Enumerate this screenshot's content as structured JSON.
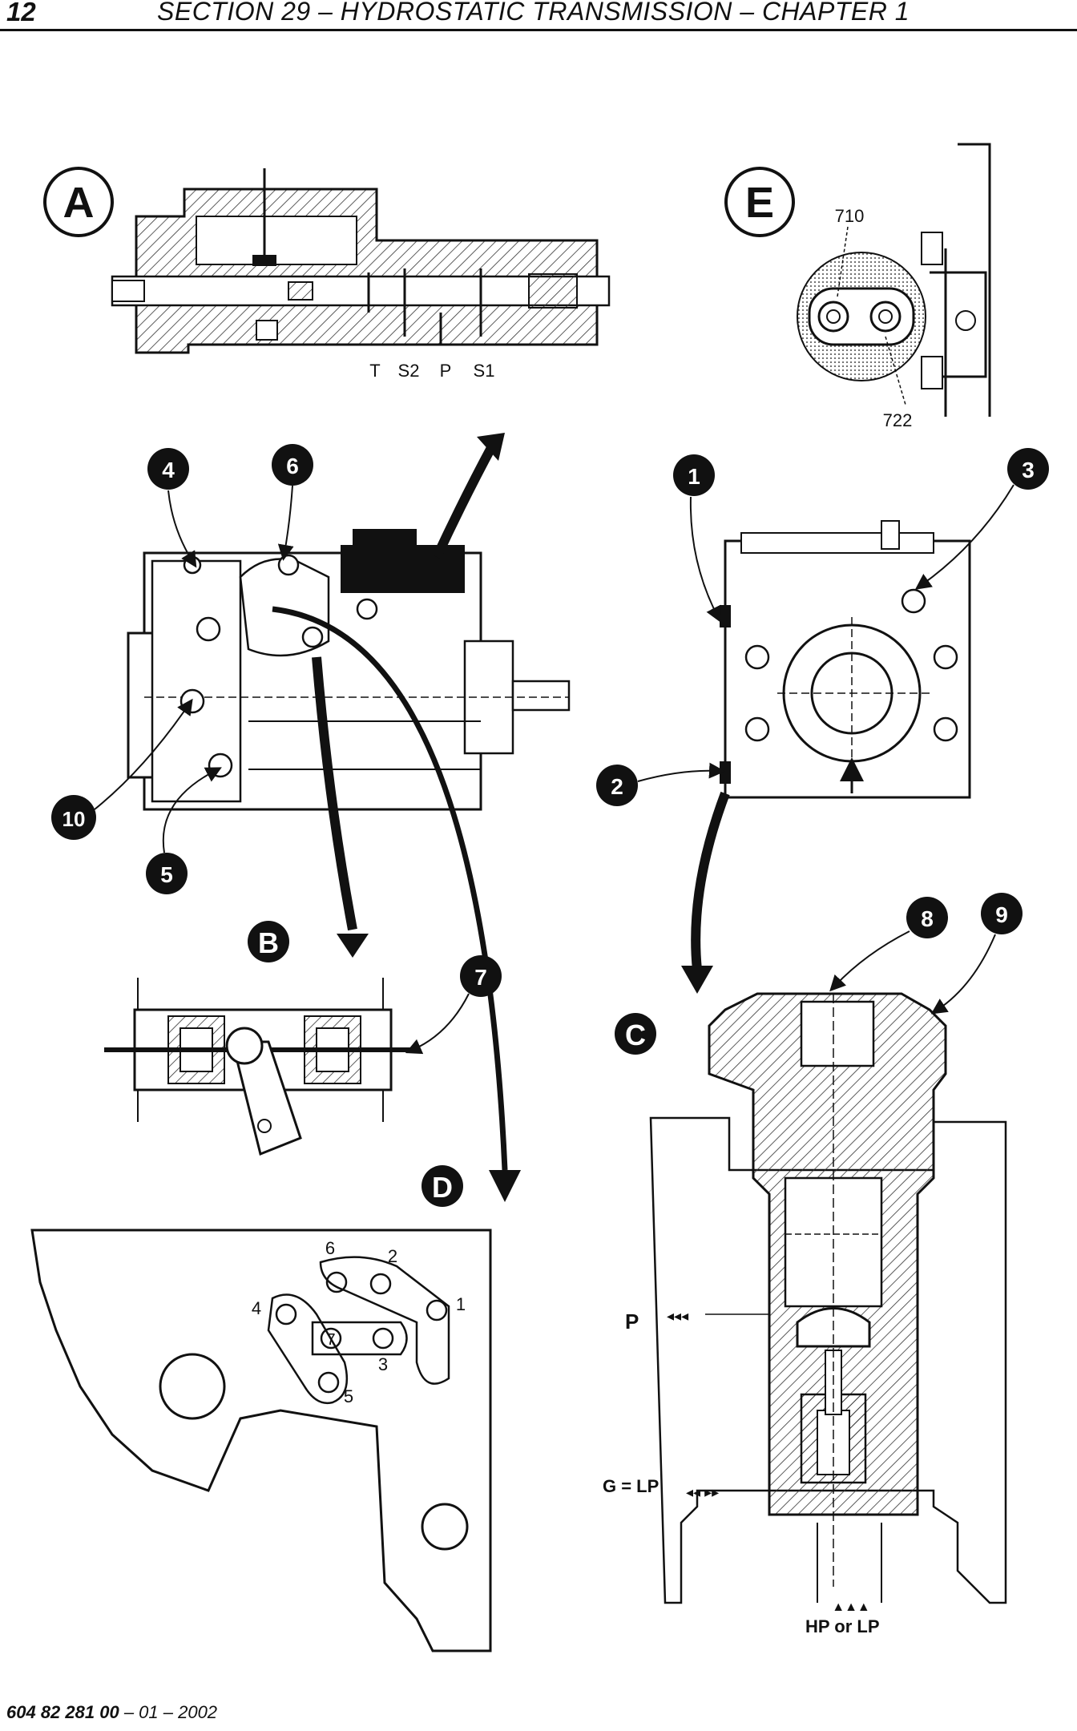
{
  "header": {
    "page_number": "12",
    "section_title": "SECTION 29 – HYDROSTATIC TRANSMISSION – CHAPTER 1"
  },
  "footer": {
    "doc_number": "604 82 281 00",
    "revision": " – 01 – 2002"
  },
  "views": {
    "A": "A",
    "B": "B",
    "C": "C",
    "D": "D",
    "E": "E"
  },
  "callouts": {
    "c1": "1",
    "c2": "2",
    "c3": "3",
    "c4": "4",
    "c5": "5",
    "c6": "6",
    "c7": "7",
    "c8": "8",
    "c9": "9",
    "c10": "10"
  },
  "view_a_ports": {
    "t": "T",
    "s2": "S2",
    "p": "P",
    "s1": "S1"
  },
  "view_e_refs": {
    "r710": "710",
    "r722": "722"
  },
  "view_d_holes": {
    "h1": "1",
    "h2": "2",
    "h3": "3",
    "h4": "4",
    "h5": "5",
    "h6": "6",
    "h7": "7"
  },
  "view_c_labels": {
    "p": "P",
    "p_arrows": "◂◂◂",
    "g": "G = LP",
    "g_arrows": "◂◂  ▸▸",
    "hp": "HP or LP"
  },
  "colors": {
    "ink": "#111111",
    "paper": "#ffffff",
    "hatch": "#333333"
  }
}
